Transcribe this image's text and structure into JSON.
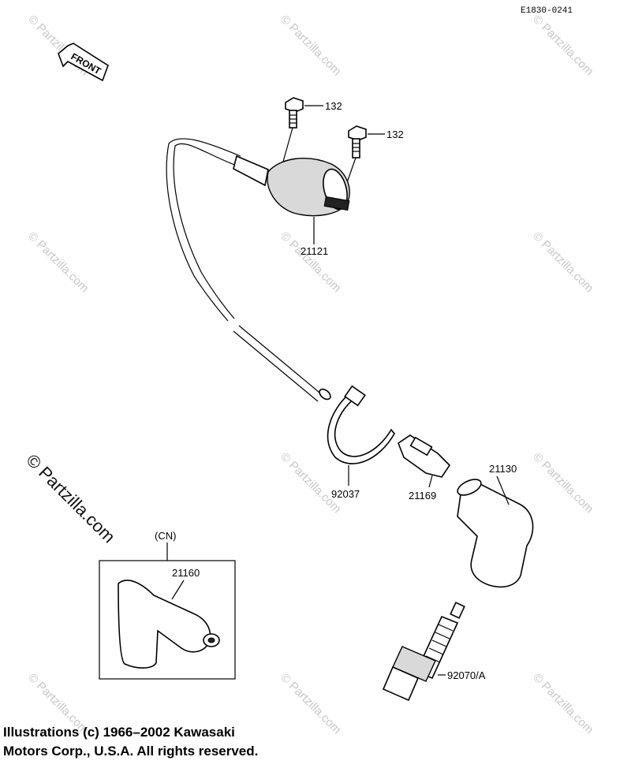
{
  "figure_code": "E1830-0241",
  "front_label": "FRONT",
  "callouts": {
    "bolt_a": "132",
    "bolt_b": "132",
    "coil": "21121",
    "clamp": "92037",
    "holder": "21169",
    "cap": "21130",
    "cn_label": "(CN)",
    "cap_cn": "21160",
    "plug": "92070/A"
  },
  "watermark": "© Partzilla.com",
  "copyright": {
    "line1": "Illustrations (c) 1966–2002 Kawasaki",
    "line2": "Motors Corp., U.S.A.  All rights reserved."
  }
}
